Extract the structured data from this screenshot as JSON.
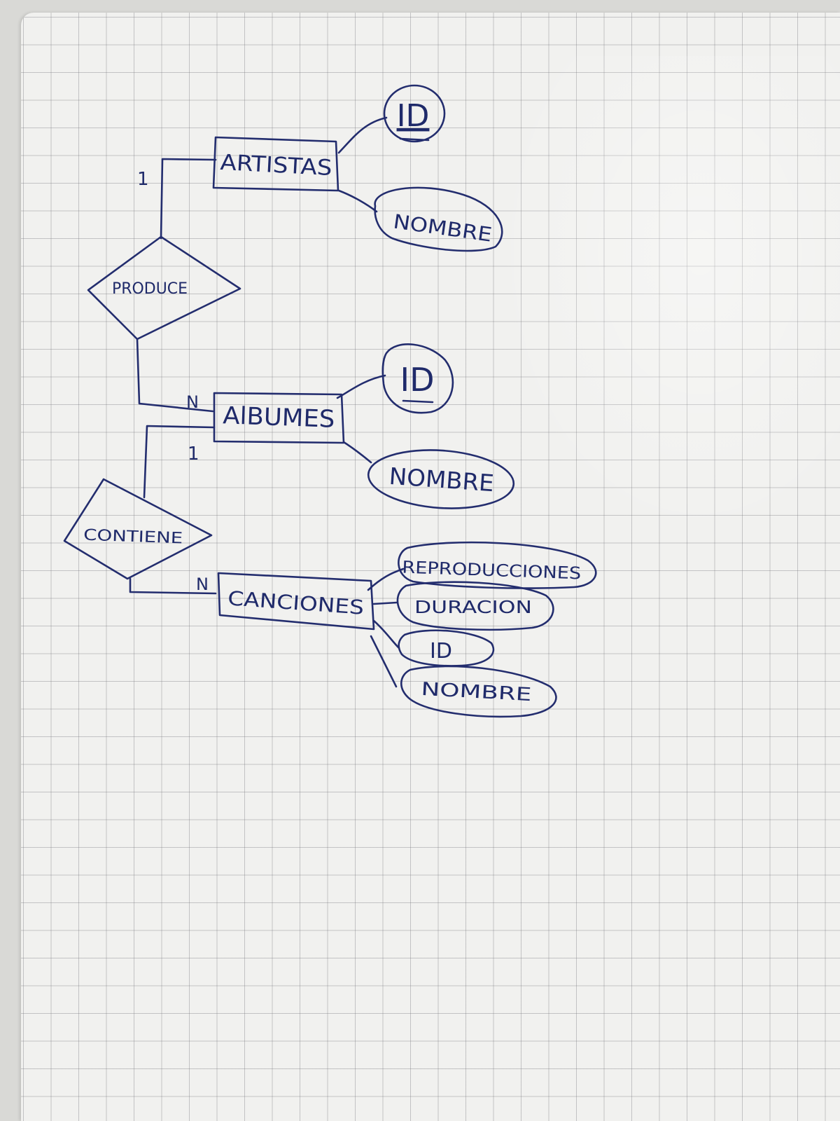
{
  "entities": {
    "artistas": "ARTISTAS",
    "albumes": "AlBUMES",
    "canciones": "CANCIONES"
  },
  "relationships": {
    "produce": "PRODUCE",
    "contiene": "CONTIENE"
  },
  "attributes": {
    "artistas_id": "ID",
    "artistas_nombre": "NOMBRE",
    "albumes_id": "ID",
    "albumes_nombre": "NOMBRE",
    "canciones_reproducciones": "REPRODUCCIONES",
    "canciones_duracion": "DURACION",
    "canciones_id": "ID",
    "canciones_nombre": "NOMBRE"
  },
  "cardinalities": {
    "produce_artistas": "1",
    "produce_albumes": "N",
    "contiene_albumes": "1",
    "contiene_canciones": "N"
  },
  "colors": {
    "ink": "#232d6e",
    "paper": "#f1f1ef",
    "grid": "#8a8a90"
  }
}
